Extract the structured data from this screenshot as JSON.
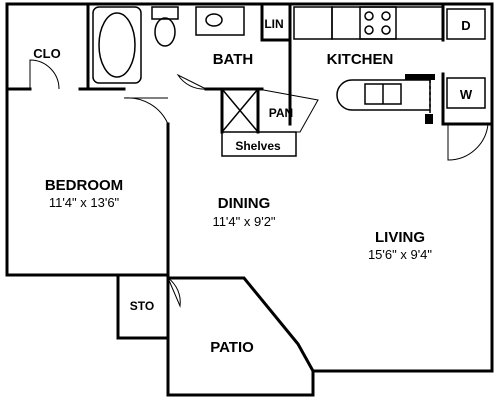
{
  "rooms": {
    "bedroom": {
      "name": "BEDROOM",
      "dims": "11'4\" x 13'6\""
    },
    "dining": {
      "name": "DINING",
      "dims": "11'4\" x 9'2\""
    },
    "living": {
      "name": "LIVING",
      "dims": "15'6\" x 9'4\""
    },
    "kitchen": {
      "name": "KITCHEN"
    },
    "bath": {
      "name": "BATH"
    },
    "patio": {
      "name": "PATIO"
    },
    "closet": {
      "name": "CLO"
    },
    "storage": {
      "name": "STO"
    },
    "linen": {
      "name": "LIN"
    },
    "pantry": {
      "name": "PAN"
    },
    "shelves": {
      "name": "Shelves"
    }
  },
  "appliances": {
    "dryer": {
      "name": "D"
    },
    "washer": {
      "name": "W"
    }
  },
  "colors": {
    "wall": "#000000",
    "background": "#ffffff"
  }
}
